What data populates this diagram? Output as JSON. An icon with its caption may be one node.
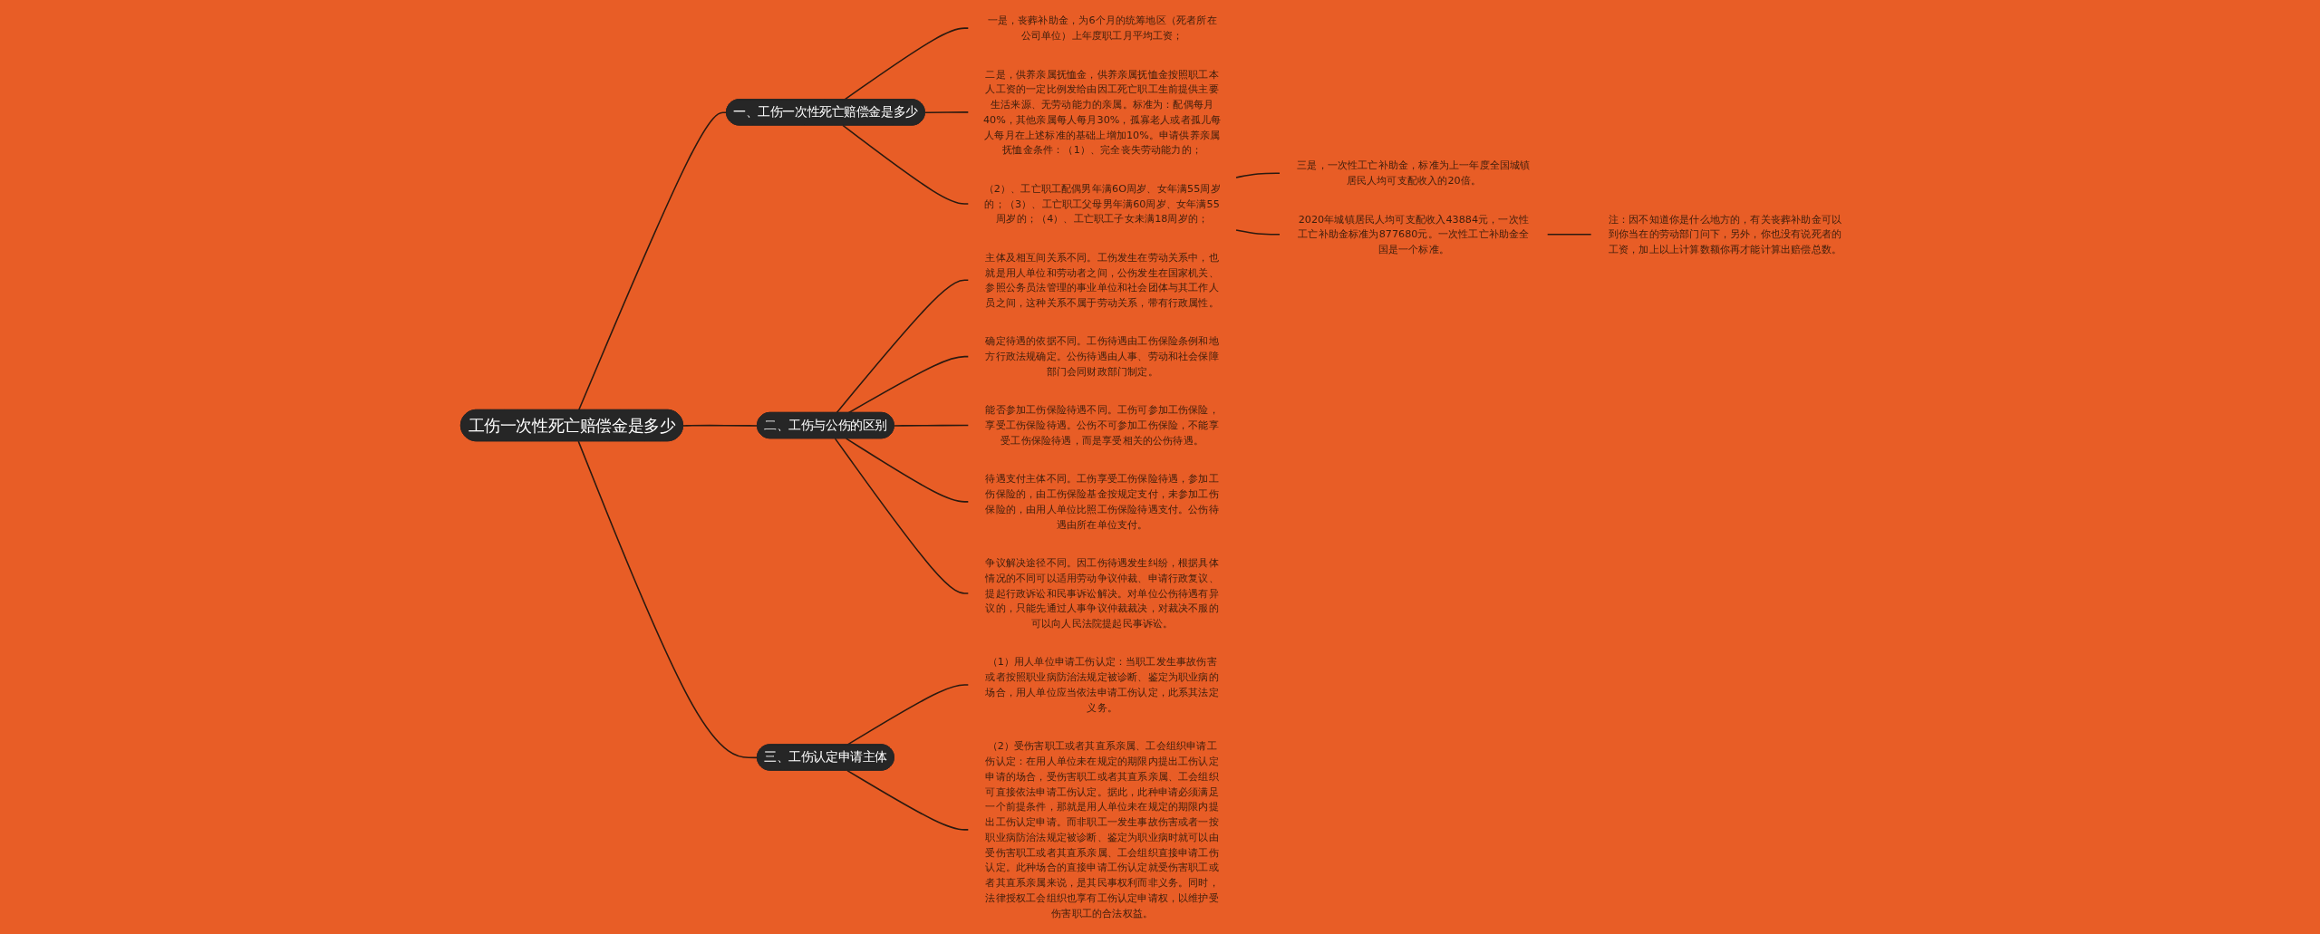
{
  "diagram": {
    "nodes": [
      {
        "text": [
          "工伤一次性死亡赔偿金是多少"
        ]
      },
      {
        "text": [
          "一、工伤一次性死亡赔偿金是多少"
        ]
      },
      {
        "text": [
          "一是，丧葬补助金，为6个月的统筹地区（死者所在公司单位）上年度职工月平均工资；"
        ]
      },
      {
        "text": [
          "二是，供养亲属抚恤金，供养亲属抚恤金按照职工本人工资的一定比例发给由因工死亡职工生前提供主要生活来源、无劳动能力的亲属。标准为：配偶每月40%，其他亲属每人每月30%，孤寡老人或者孤儿每人每月在上述标准的基础上增加10%。申请供养亲属抚恤金条件：（1）、完全丧失劳动能力的；"
        ]
      },
      {
        "text": [
          "（2）、工亡职工配偶男年满6O周岁、女年满55周岁的；（3）、工亡职工父母男年满60周岁、女年满55周岁的；（4）、工亡职工子女未满18周岁的；"
        ]
      },
      {
        "text": [
          "三是，一次性工亡补助金，标准为上一年度全国城镇居民人均可支配收入的20倍。"
        ]
      },
      {
        "text": [
          "2020年城镇居民人均可支配收入43884元，一次性工亡补助金标准为877680元。一次性工亡补助金全国是一个标准。"
        ]
      },
      {
        "text": [
          "注：因不知道你是什么地方的，有关丧葬补助金可以到你当在的劳动部门问下，另外，你也没有说死者的工资，加上以上计算数额你再才能计算出赔偿总数。"
        ]
      },
      {
        "text": [
          "二、工伤与公伤的区别"
        ]
      },
      {
        "text": [
          "主体及相互间关系不同。工伤发生在劳动关系中，也就是用人单位和劳动者之间，公伤发生在国家机关、参照公务员法管理的事业单位和社会团体与其工作人员之间，这种关系不属于劳动关系，带有行政属性。"
        ]
      },
      {
        "text": [
          "确定待遇的依据不同。工伤待遇由工伤保险条例和地方行政法规确定。公伤待遇由人事、劳动和社会保障部门会同财政部门制定。"
        ]
      },
      {
        "text": [
          "能否参加工伤保险待遇不同。工伤可参加工伤保险，享受工伤保险待遇。公伤不可参加工伤保险，不能享受工伤保险待遇，而是享受相关的公伤待遇。"
        ]
      },
      {
        "text": [
          "待遇支付主体不同。工伤享受工伤保险待遇，参加工伤保险的，由工伤保险基金按规定支付，未参加工伤保险的，由用人单位比照工伤保险待遇支付。公伤待遇由所在单位支付。"
        ]
      },
      {
        "text": [
          "争议解决途径不同。因工伤待遇发生纠纷，根据具体情况的不同可以适用劳动争议仲裁、申请行政复议、提起行政诉讼和民事诉讼解决。对单位公伤待遇有异议的，只能先通过人事争议仲裁裁决，对裁决不服的可以向人民法院提起民事诉讼。"
        ]
      },
      {
        "text": [
          "三、工伤认定申请主体"
        ]
      },
      {
        "text": [
          "（1）用人单位申请工伤认定：当职工发生事故伤害或者按照职业病防治法规定被诊断、鉴定为职业病的场合，用人单位应当依法申请工伤认定，此系其法定义务。"
        ]
      },
      {
        "text": [
          "（2）受伤害职工或者其直系亲属、工会组织申请工伤认定：在用人单位未在规定的期限内提出工伤认定申请的场合，受伤害职工或者其直系亲属、工会组织可直接依法申请工伤认定。据此，此种申请必须满足一个前提条件，那就是用人单位未在规定的期限内提出工伤认定申请。而非职工一发生事故伤害或者一按职业病防治法规定被诊断、鉴定为职业病时就可以由受伤害职工或者其直系亲属、工会组织直接申请工伤认定。此种场合的直接申请工伤认定就受伤害职工或者其直系亲属来说，是其民事权利而非义务。同时，法律授权工会组织也享有工伤认定申请权，以维护受伤害职工的合法权益。"
        ]
      }
    ],
    "edges": [
      {
        "from": 0,
        "to": 1,
        "arrow": "none"
      },
      {
        "from": 1,
        "to": 2,
        "arrow": "none"
      },
      {
        "from": 1,
        "to": 3,
        "arrow": "none"
      },
      {
        "from": 1,
        "to": 4,
        "arrow": "none"
      },
      {
        "from": 4,
        "to": 5,
        "arrow": "none"
      },
      {
        "from": 4,
        "to": 6,
        "arrow": "none"
      },
      {
        "from": 6,
        "to": 7,
        "arrow": "none"
      },
      {
        "from": 0,
        "to": 8,
        "arrow": "none"
      },
      {
        "from": 8,
        "to": 9,
        "arrow": "none"
      },
      {
        "from": 8,
        "to": 10,
        "arrow": "none"
      },
      {
        "from": 8,
        "to": 11,
        "arrow": "none"
      },
      {
        "from": 8,
        "to": 12,
        "arrow": "none"
      },
      {
        "from": 8,
        "to": 13,
        "arrow": "none"
      },
      {
        "from": 0,
        "to": 14,
        "arrow": "none"
      },
      {
        "from": 14,
        "to": 15,
        "arrow": "none"
      },
      {
        "from": 14,
        "to": 16,
        "arrow": "none"
      }
    ]
  }
}
